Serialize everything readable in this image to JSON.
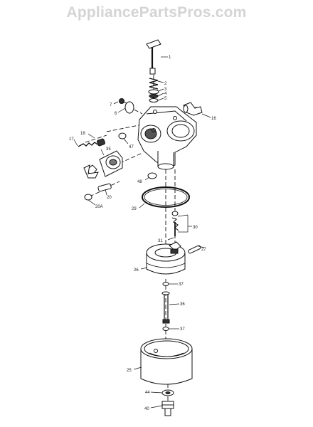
{
  "watermark": "AppliancePartsPros.com",
  "corner_mark": "",
  "parts": [
    {
      "key": "p1",
      "label": "1"
    },
    {
      "key": "p2",
      "label": "2"
    },
    {
      "key": "p3",
      "label": "3"
    },
    {
      "key": "p4",
      "label": "4"
    },
    {
      "key": "p5",
      "label": "5"
    },
    {
      "key": "p6",
      "label": "6"
    },
    {
      "key": "p7",
      "label": "7"
    },
    {
      "key": "p16",
      "label": "16"
    },
    {
      "key": "p17",
      "label": "17"
    },
    {
      "key": "p18",
      "label": "18"
    },
    {
      "key": "p20",
      "label": "20"
    },
    {
      "key": "p20a",
      "label": "20A"
    },
    {
      "key": "p25",
      "label": "25"
    },
    {
      "key": "p26",
      "label": "26"
    },
    {
      "key": "p27",
      "label": "27"
    },
    {
      "key": "p29",
      "label": "29"
    },
    {
      "key": "p30",
      "label": "30"
    },
    {
      "key": "p31",
      "label": "31"
    },
    {
      "key": "p35",
      "label": "35"
    },
    {
      "key": "p36",
      "label": "36"
    },
    {
      "key": "p37a",
      "label": "37"
    },
    {
      "key": "p37b",
      "label": "37"
    },
    {
      "key": "p40",
      "label": "40"
    },
    {
      "key": "p44",
      "label": "44"
    },
    {
      "key": "p47",
      "label": "47"
    },
    {
      "key": "p48",
      "label": "48"
    }
  ]
}
